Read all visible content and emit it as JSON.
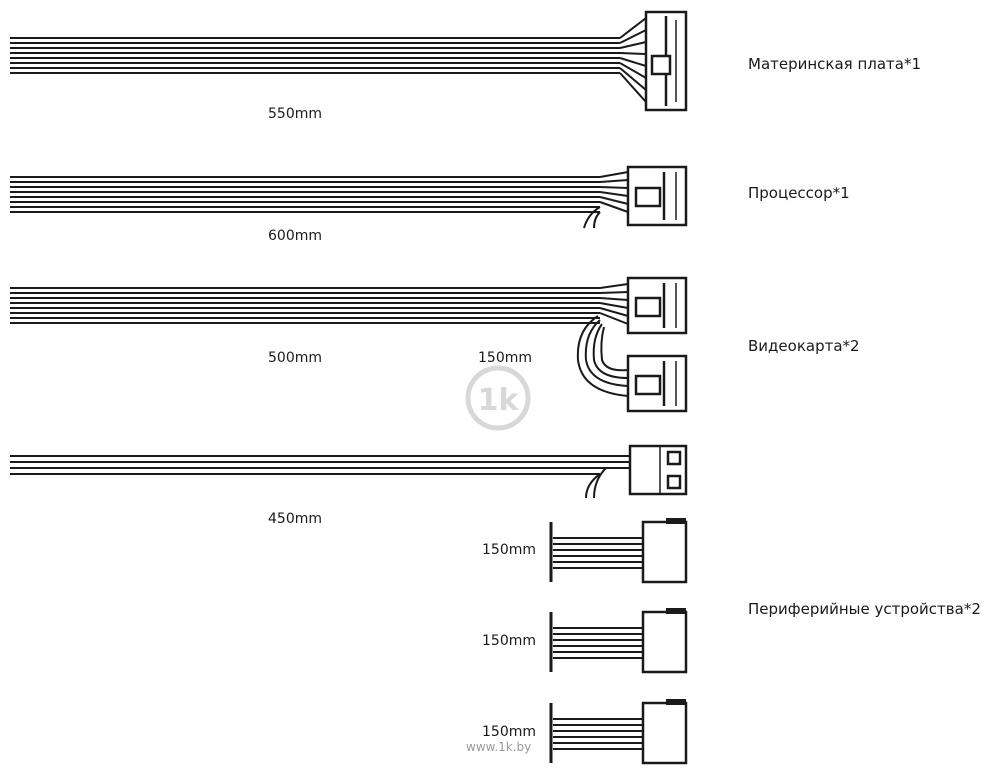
{
  "cables": [
    {
      "id": "mb",
      "name": "Материнская плата*1",
      "lengths": [
        "550mm"
      ]
    },
    {
      "id": "cpu",
      "name": "Процессор*1",
      "lengths": [
        "600mm"
      ]
    },
    {
      "id": "gpu",
      "name": "Видеокарта*2",
      "lengths": [
        "500mm",
        "150mm"
      ]
    },
    {
      "id": "periph",
      "name": "Периферийные устройства*2",
      "lengths": [
        "450mm",
        "150mm",
        "150mm",
        "150mm"
      ]
    }
  ],
  "watermark": "www.1k.by",
  "logo_text": "1k",
  "colors": {
    "line": "#1a1a1a",
    "watermark": "#9a9a9a",
    "logo": "#d8d8d8"
  }
}
